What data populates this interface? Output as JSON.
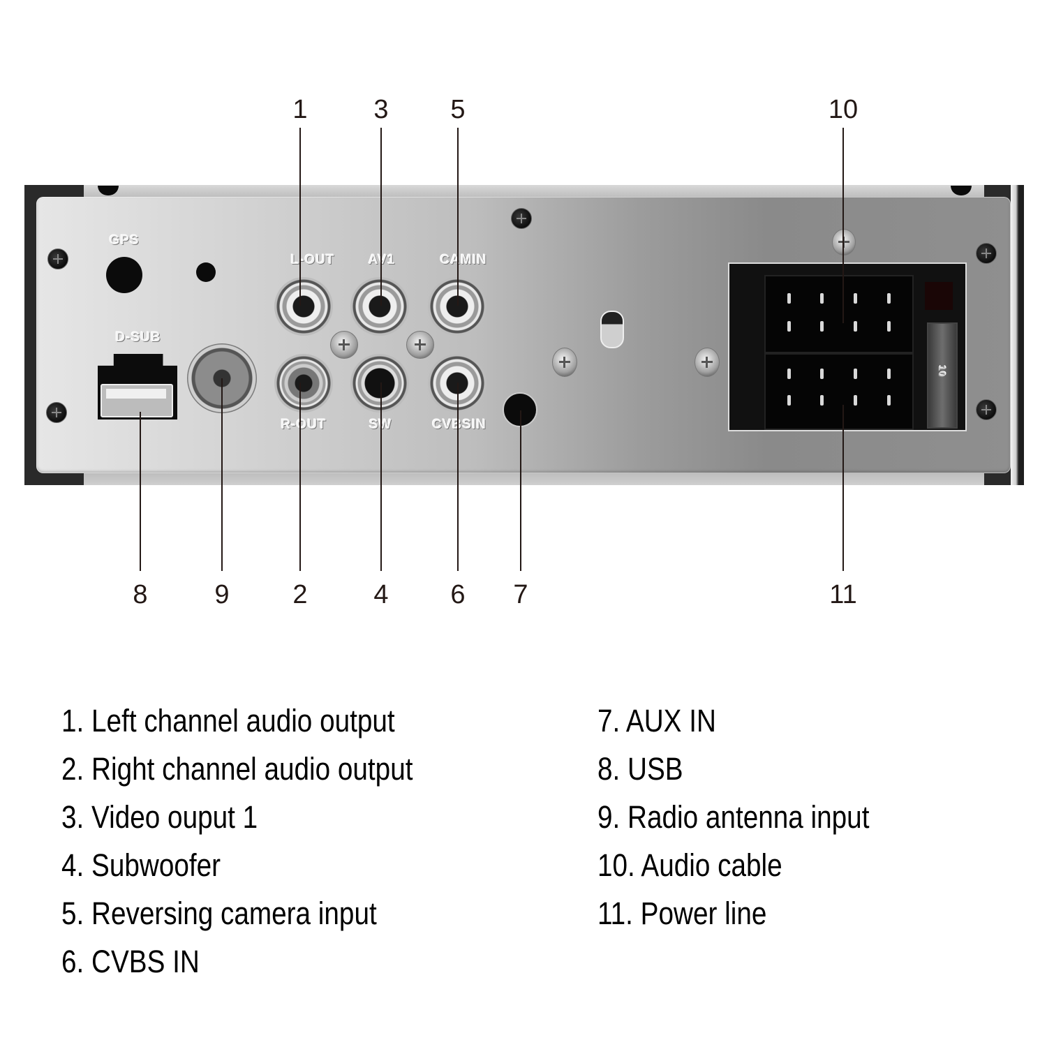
{
  "device": {
    "embossed_labels": {
      "gps": "GPS",
      "dsub": "D-SUB",
      "lout": "L-OUT",
      "av1": "AV1",
      "camin": "CAMIN",
      "rout": "R-OUT",
      "sw": "SW",
      "cvbsin": "CVBSIN",
      "fuse": "10"
    }
  },
  "callouts": {
    "top": [
      "1",
      "3",
      "5",
      "10"
    ],
    "bottom": [
      "8",
      "9",
      "2",
      "4",
      "6",
      "7",
      "11"
    ]
  },
  "legend": {
    "left": [
      "1. Left channel audio output",
      "2. Right channel audio output",
      "3. Video ouput 1",
      "4. Subwoofer",
      "5. Reversing camera input",
      "6. CVBS IN"
    ],
    "right": [
      "7. AUX IN",
      "8. USB",
      "9. Radio antenna input",
      "10. Audio cable",
      "11. Power line"
    ]
  }
}
